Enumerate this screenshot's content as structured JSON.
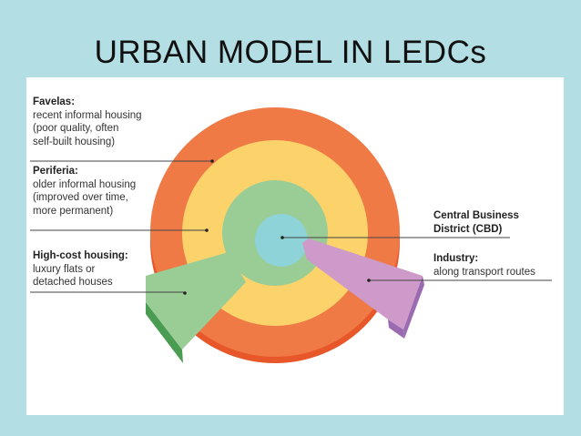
{
  "title": "URBAN MODEL IN LEDCs",
  "colors": {
    "background": "#b3dee4",
    "favelas": "#ef7a45",
    "favelas_side": "#e8572a",
    "periferia": "#fcd36b",
    "high_cost_housing": "#9acd96",
    "high_cost_side": "#4a9c52",
    "cbd": "#8dd3d8",
    "industry": "#cd9ac9",
    "industry_side": "#9a6bb0"
  },
  "labels": {
    "favelas": {
      "heading": "Favelas:",
      "text": "recent informal housing\n(poor quality, often\nself-built housing)"
    },
    "periferia": {
      "heading": "Periferia:",
      "text": "older informal housing\n(improved over time,\nmore permanent)"
    },
    "high_cost": {
      "heading": "High-cost housing:",
      "text": "luxury flats or\ndetached houses"
    },
    "cbd": {
      "heading": "Central Business\nDistrict (CBD)",
      "text": ""
    },
    "industry": {
      "heading": "Industry:",
      "text": "along transport routes"
    }
  }
}
